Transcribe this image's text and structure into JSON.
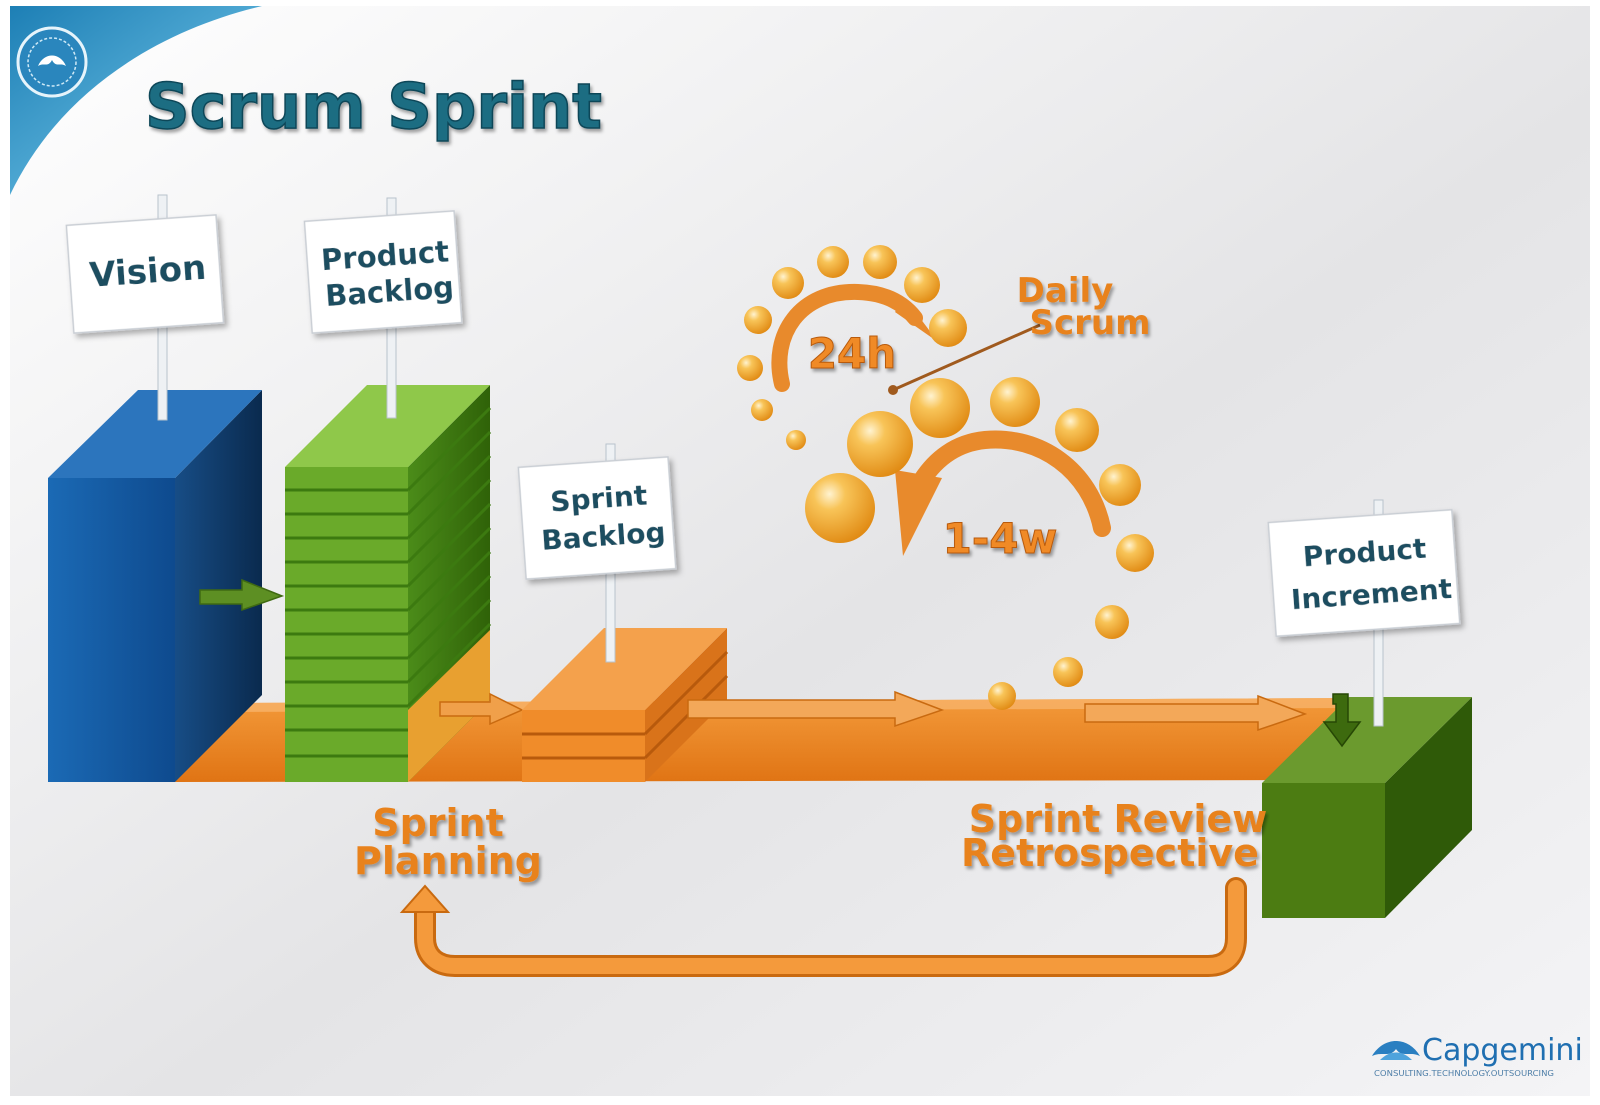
{
  "title": "Scrum Sprint",
  "signs": {
    "vision": "Vision",
    "product_backlog": [
      "Product",
      "Backlog"
    ],
    "sprint_backlog": [
      "Sprint",
      "Backlog"
    ],
    "product_increment": [
      "Product",
      "Increment"
    ]
  },
  "cycle": {
    "daily_label": [
      "Daily",
      "Scrum"
    ],
    "daily_duration": "24h",
    "sprint_duration": "1-4w"
  },
  "events": {
    "planning": [
      "Sprint",
      "Planning"
    ],
    "review": [
      "Sprint Review",
      "Retrospective"
    ]
  },
  "brand": {
    "name": "Capgemini",
    "tagline": "CONSULTING.TECHNOLOGY.OUTSOURCING"
  },
  "colors": {
    "title": "#1f6d82",
    "orange": "#e8821e",
    "blue": "#1f5fa5",
    "green": "#5c9b25",
    "dark_green": "#4a7a14"
  }
}
